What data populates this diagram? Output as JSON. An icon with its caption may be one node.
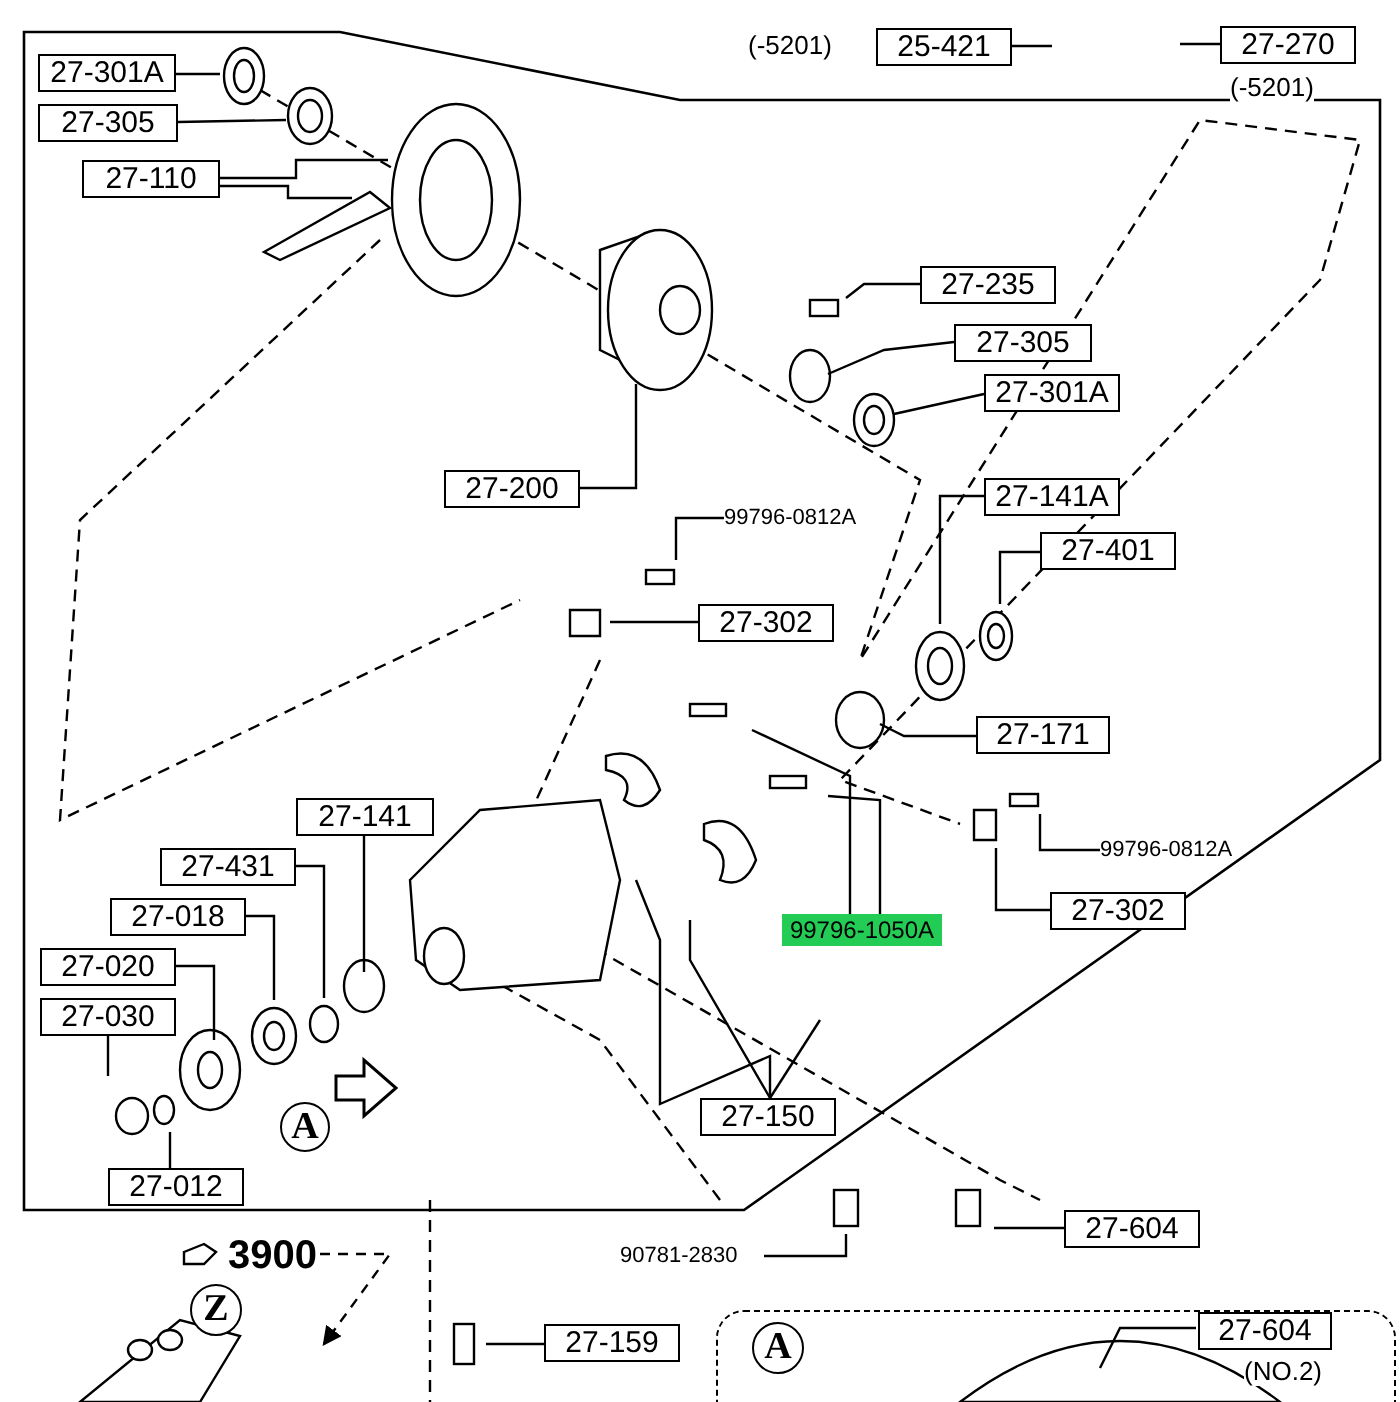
{
  "diagram": {
    "nodes": [
      {
        "text": [
          "25-421"
        ],
        "beside": [
          "(-5201)"
        ]
      },
      {
        "text": [
          "27-270"
        ],
        "beside": [
          "(-5201)"
        ]
      },
      {
        "text": [
          "27-301A"
        ]
      },
      {
        "text": [
          "27-305"
        ]
      },
      {
        "text": [
          "27-110"
        ]
      },
      {
        "text": [
          "27-235"
        ]
      },
      {
        "text": [
          "27-305"
        ]
      },
      {
        "text": [
          "27-301A"
        ]
      },
      {
        "text": [
          "27-200"
        ]
      },
      {
        "text": [
          "27-141A"
        ]
      },
      {
        "text": [
          "99796-0812A"
        ]
      },
      {
        "text": [
          "27-401"
        ]
      },
      {
        "text": [
          "27-302"
        ]
      },
      {
        "text": [
          "27-171"
        ]
      },
      {
        "text": [
          "27-141"
        ]
      },
      {
        "text": [
          "99796-0812A"
        ]
      },
      {
        "text": [
          "27-431"
        ]
      },
      {
        "text": [
          "27-018"
        ]
      },
      {
        "text": [
          "27-302"
        ]
      },
      {
        "text": [
          "99796-1050A"
        ]
      },
      {
        "text": [
          "27-020"
        ]
      },
      {
        "text": [
          "27-030"
        ]
      },
      {
        "text": [
          "A"
        ]
      },
      {
        "text": [
          "27-150"
        ]
      },
      {
        "text": [
          "27-012"
        ]
      },
      {
        "text": [
          "27-604"
        ]
      },
      {
        "text": [
          "90781-2830"
        ]
      },
      {
        "text": [
          "3900"
        ]
      },
      {
        "text": [
          "Z"
        ]
      },
      {
        "text": [
          "27-159"
        ]
      },
      {
        "text": [],
        "shape": "box"
      },
      {
        "text": [
          "A"
        ],
        "in": 30
      },
      {
        "text": [
          "27-604"
        ],
        "beside": [
          "(NO.2)"
        ],
        "in": 30
      }
    ],
    "edges": [
      {
        "from": 0,
        "to": null,
        "arrow": "none"
      },
      {
        "from": 1,
        "to": null,
        "arrow": "none"
      },
      {
        "from": 2,
        "to": null,
        "arrow": "none"
      },
      {
        "from": 3,
        "to": null,
        "arrow": "none"
      },
      {
        "from": 4,
        "to": null,
        "arrow": "none"
      },
      {
        "from": 4,
        "to": null,
        "arrow": "none"
      },
      {
        "from": 5,
        "to": null,
        "arrow": "none"
      },
      {
        "from": 6,
        "to": null,
        "arrow": "none"
      },
      {
        "from": 7,
        "to": null,
        "arrow": "none"
      },
      {
        "from": 8,
        "to": null,
        "arrow": "none"
      },
      {
        "from": 9,
        "to": null,
        "arrow": "none"
      },
      {
        "from": 10,
        "to": null,
        "arrow": "none"
      },
      {
        "from": 11,
        "to": null,
        "arrow": "none"
      },
      {
        "from": 12,
        "to": null,
        "arrow": "none"
      },
      {
        "from": 13,
        "to": null,
        "arrow": "none"
      },
      {
        "from": 14,
        "to": null,
        "arrow": "none"
      },
      {
        "from": 15,
        "to": null,
        "arrow": "none"
      },
      {
        "from": 16,
        "to": null,
        "arrow": "none"
      },
      {
        "from": 17,
        "to": null,
        "arrow": "none"
      },
      {
        "from": 18,
        "to": null,
        "arrow": "none"
      },
      {
        "from": 19,
        "to": null,
        "arrow": "none"
      },
      {
        "from": 19,
        "to": null,
        "arrow": "none"
      },
      {
        "from": 20,
        "to": null,
        "arrow": "none"
      },
      {
        "from": 21,
        "to": null,
        "arrow": "none"
      },
      {
        "from": 23,
        "to": null,
        "arrow": "none"
      },
      {
        "from": 23,
        "to": null,
        "arrow": "none"
      },
      {
        "from": 23,
        "to": null,
        "arrow": "none"
      },
      {
        "from": 24,
        "to": null,
        "arrow": "none"
      },
      {
        "from": 25,
        "to": null,
        "arrow": "none"
      },
      {
        "from": 26,
        "to": null,
        "arrow": "none"
      },
      {
        "from": 27,
        "to": null,
        "arrow": "to",
        "style": "dashed"
      },
      {
        "from": 29,
        "to": null,
        "arrow": "none"
      },
      {
        "from": 32,
        "to": null,
        "arrow": "none"
      }
    ]
  }
}
